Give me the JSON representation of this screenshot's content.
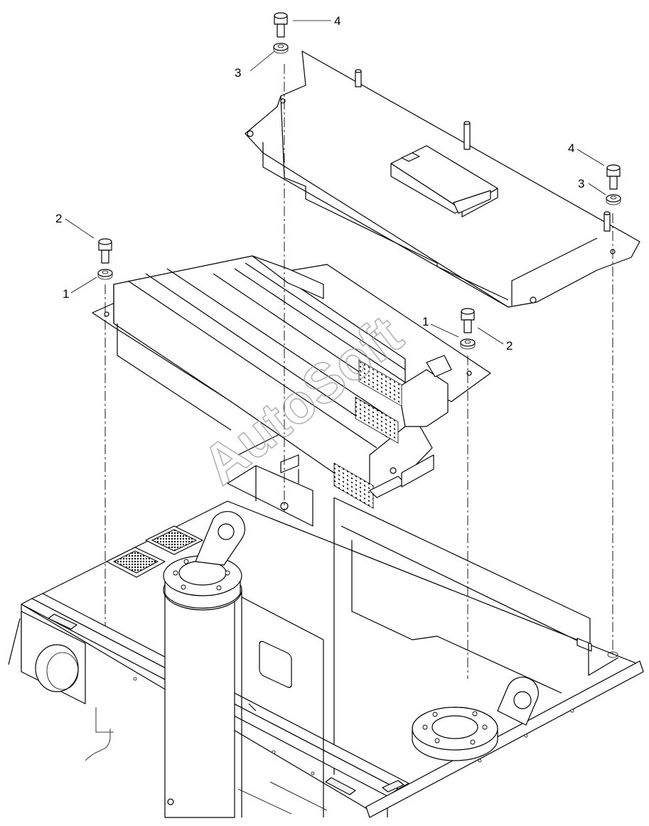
{
  "callouts": {
    "c1_left": "1",
    "c2_left": "2",
    "c1_right": "1",
    "c2_right": "2",
    "c3_top": "3",
    "c4_top": "4",
    "c3_right": "3",
    "c4_right": "4"
  },
  "watermark": "AutoSoft"
}
